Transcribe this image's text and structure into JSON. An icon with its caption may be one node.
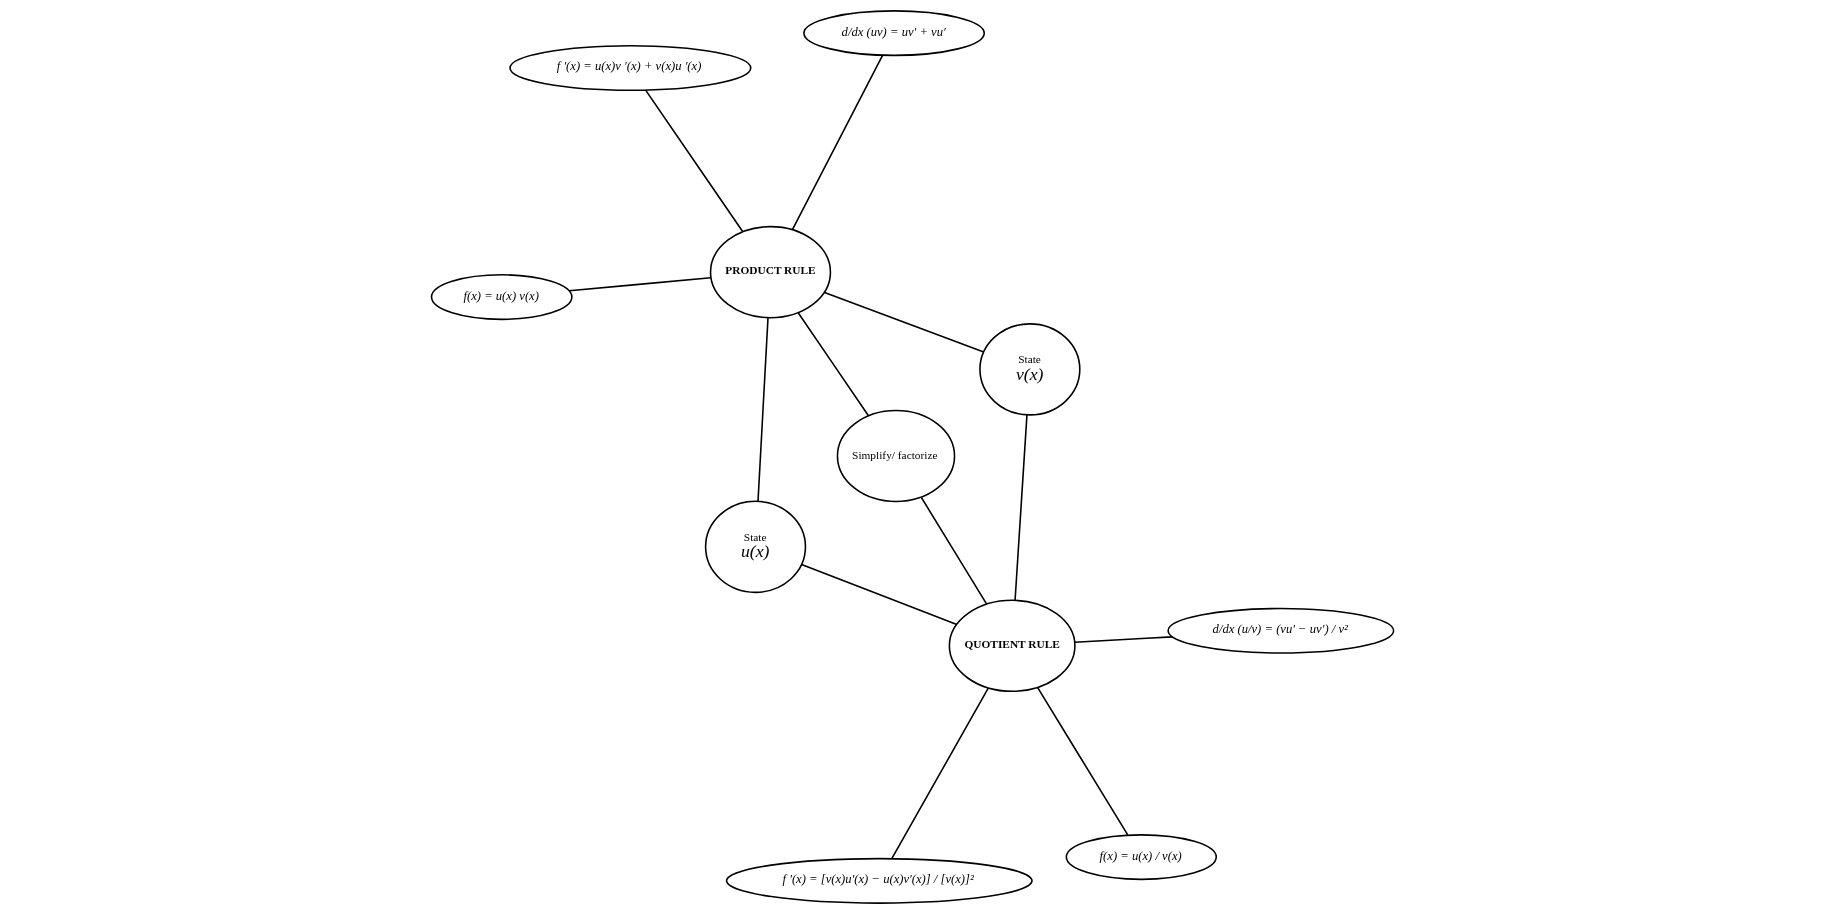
{
  "diagram": {
    "nodes": [
      {
        "text": [
          "f '(x) = u(x)v '(x) + v(x)u '(x)"
        ]
      },
      {
        "text": [
          "State",
          "v(x)"
        ]
      },
      {
        "text": [
          "f '(x) = [v(x)u'(x) − u(x)v'(x)] / [v(x)]²"
        ]
      },
      {
        "text": [
          "d/dx (uv) = uv' + vu'"
        ]
      },
      {
        "text": [
          "PRODUCT RULE"
        ]
      },
      {
        "text": [
          "State",
          "u(x)"
        ]
      },
      {
        "text": [
          "QUOTIENT RULE"
        ]
      },
      {
        "text": [
          "d/dx (u/v) = (vu' − uv') / v²"
        ]
      },
      {
        "text": [
          "f(x) = u(x) v(x)"
        ]
      },
      {
        "text": [
          "Simplify/ factorize"
        ]
      },
      {
        "text": [
          "f(x) = u(x) / v(x)"
        ]
      }
    ],
    "edges": [
      {
        "from": 4,
        "to": 0,
        "arrow": "none"
      },
      {
        "from": 4,
        "to": 1,
        "arrow": "none"
      },
      {
        "from": 4,
        "to": 3,
        "arrow": "none"
      },
      {
        "from": 4,
        "to": 5,
        "arrow": "none"
      },
      {
        "from": 4,
        "to": 8,
        "arrow": "none"
      },
      {
        "from": 4,
        "to": 9,
        "arrow": "none"
      },
      {
        "from": 6,
        "to": 1,
        "arrow": "none"
      },
      {
        "from": 6,
        "to": 2,
        "arrow": "none"
      },
      {
        "from": 6,
        "to": 5,
        "arrow": "none"
      },
      {
        "from": 6,
        "to": 7,
        "arrow": "none"
      },
      {
        "from": 6,
        "to": 9,
        "arrow": "none"
      },
      {
        "from": 6,
        "to": 10,
        "arrow": "none"
      }
    ]
  }
}
